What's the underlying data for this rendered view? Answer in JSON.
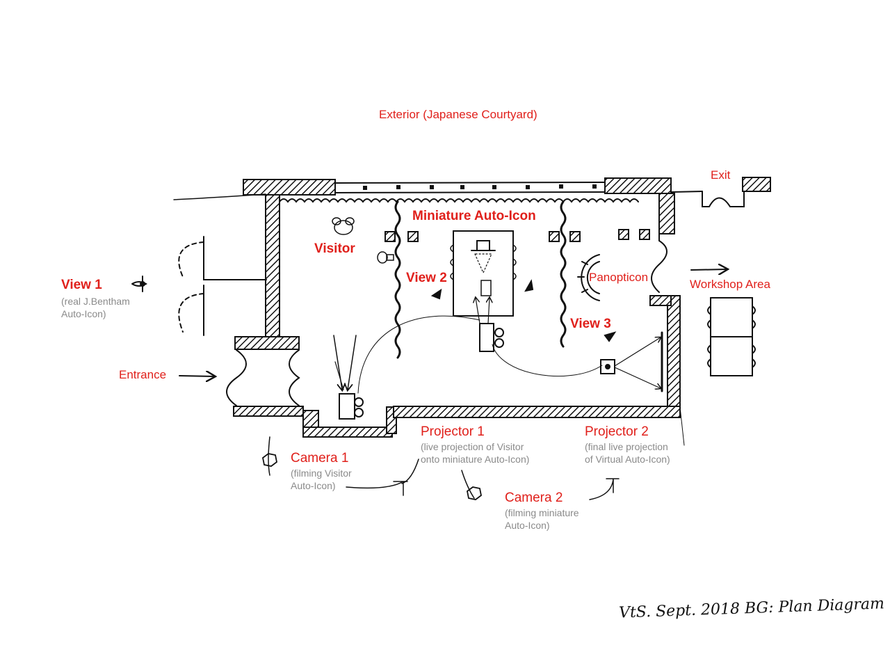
{
  "labels": {
    "exterior": "Exterior (Japanese Courtyard)",
    "exit": "Exit",
    "miniature": "Miniature Auto-Icon",
    "visitor": "Visitor",
    "view1": "View 1",
    "view1_note_1": "(real J.Bentham",
    "view1_note_2": "Auto-Icon)",
    "view2": "View 2",
    "view3": "View 3",
    "panopticon": "Panopticon",
    "workshop": "Workshop Area",
    "entrance": "Entrance",
    "camera1": "Camera 1",
    "camera1_note_1": "(filming Visitor",
    "camera1_note_2": "Auto-Icon)",
    "projector1": "Projector 1",
    "projector1_note_1": "(live projection of Visitor",
    "projector1_note_2": "onto miniature Auto-Icon)",
    "projector2": "Projector 2",
    "projector2_note_1": "(final live projection",
    "projector2_note_2": "of Virtual Auto-Icon)",
    "camera2": "Camera 2",
    "camera2_note_1": "(filming miniature",
    "camera2_note_2": "Auto-Icon)"
  },
  "signature": "VtS.   Sept. 2018   BG: Plan Diagram",
  "colors": {
    "label": "#e0201b",
    "note": "#8a8a8a",
    "ink": "#111111"
  }
}
